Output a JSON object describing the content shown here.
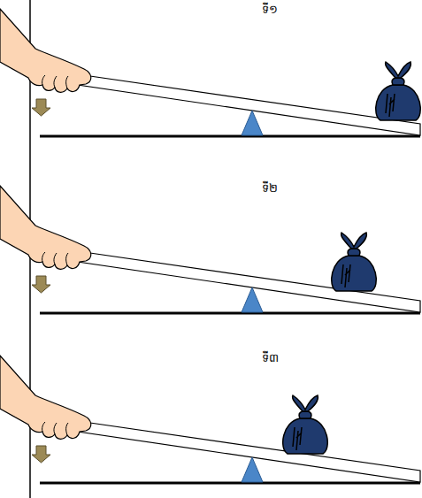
{
  "diagram": {
    "labels": [
      "ទី១",
      "ទី២",
      "ទី៣"
    ]
  }
}
